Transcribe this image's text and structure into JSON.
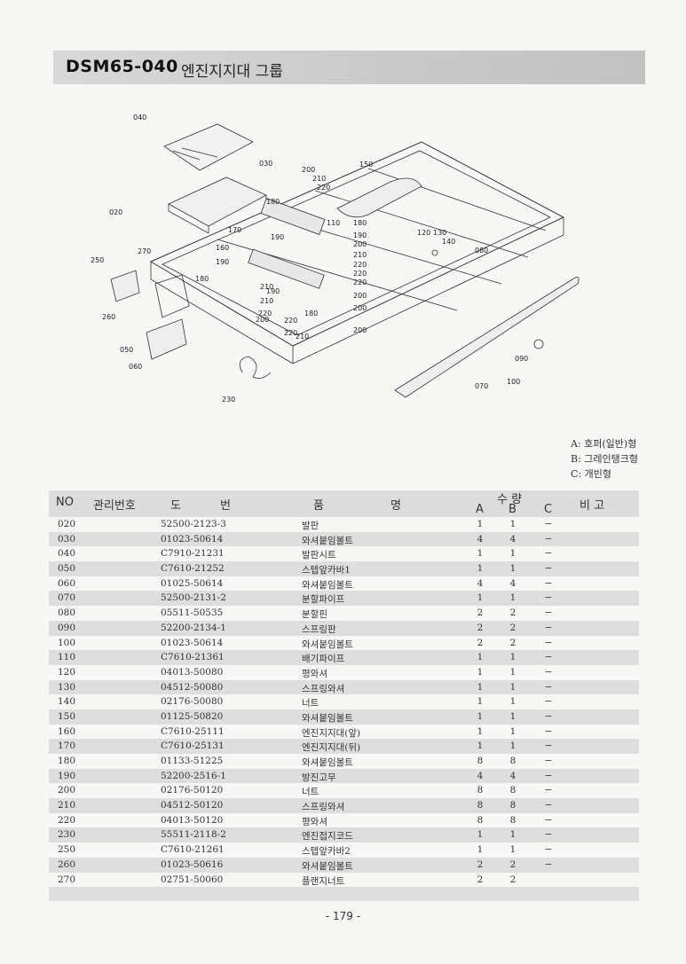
{
  "header": {
    "code": "DSM65-040",
    "title": "엔진지지대 그룹"
  },
  "diagram": {
    "callouts": [
      "040",
      "030",
      "020",
      "150",
      "200",
      "210",
      "220",
      "180",
      "170",
      "110",
      "180",
      "190",
      "190",
      "120",
      "130",
      "140",
      "080",
      "160",
      "200",
      "250",
      "270",
      "210",
      "190",
      "220",
      "180",
      "220",
      "210",
      "190",
      "220",
      "200",
      "210",
      "220",
      "200",
      "260",
      "200",
      "220",
      "180",
      "220",
      "210",
      "200",
      "050",
      "060",
      "070",
      "090",
      "100",
      "230"
    ]
  },
  "legend": [
    "A: 호퍼(일반)형",
    "B: 그레인탱크형",
    "C: 개빈형"
  ],
  "table": {
    "headers": {
      "no": "NO",
      "mgmt": "관리번호",
      "drawing_1": "도",
      "drawing_2": "번",
      "name_1": "품",
      "name_2": "명",
      "qty": "수  량",
      "a": "A",
      "b": "B",
      "c": "C",
      "remark": "비    고"
    },
    "rows": [
      {
        "no": "020",
        "drawing": "52500-2123-3",
        "name": "발판",
        "a": "1",
        "b": "1",
        "c": "−"
      },
      {
        "no": "030",
        "drawing": "01023-50614",
        "name": "와셔붙임볼트",
        "a": "4",
        "b": "4",
        "c": "−"
      },
      {
        "no": "040",
        "drawing": "C7910-21231",
        "name": "발판시트",
        "a": "1",
        "b": "1",
        "c": "−"
      },
      {
        "no": "050",
        "drawing": "C7610-21252",
        "name": "스텝앞카바1",
        "a": "1",
        "b": "1",
        "c": "−"
      },
      {
        "no": "060",
        "drawing": "01025-50614",
        "name": "와셔붙임볼트",
        "a": "4",
        "b": "4",
        "c": "−"
      },
      {
        "no": "070",
        "drawing": "52500-2131-2",
        "name": "분할파이프",
        "a": "1",
        "b": "1",
        "c": "−"
      },
      {
        "no": "080",
        "drawing": "05511-50535",
        "name": "분할핀",
        "a": "2",
        "b": "2",
        "c": "−"
      },
      {
        "no": "090",
        "drawing": "52200-2134-1",
        "name": "스프링판",
        "a": "2",
        "b": "2",
        "c": "−"
      },
      {
        "no": "100",
        "drawing": "01023-50614",
        "name": "와셔붙임볼트",
        "a": "2",
        "b": "2",
        "c": "−"
      },
      {
        "no": "110",
        "drawing": "C7610-21361",
        "name": "배기파이프",
        "a": "1",
        "b": "1",
        "c": "−"
      },
      {
        "no": "120",
        "drawing": "04013-50080",
        "name": "평와셔",
        "a": "1",
        "b": "1",
        "c": "−"
      },
      {
        "no": "130",
        "drawing": "04512-50080",
        "name": "스프링와셔",
        "a": "1",
        "b": "1",
        "c": "−"
      },
      {
        "no": "140",
        "drawing": "02176-50080",
        "name": "너트",
        "a": "1",
        "b": "1",
        "c": "−"
      },
      {
        "no": "150",
        "drawing": "01125-50820",
        "name": "와셔붙임볼트",
        "a": "1",
        "b": "1",
        "c": "−"
      },
      {
        "no": "160",
        "drawing": "C7610-25111",
        "name": "엔진지지대(앞)",
        "a": "1",
        "b": "1",
        "c": "−"
      },
      {
        "no": "170",
        "drawing": "C7610-25131",
        "name": "엔진지지대(뒤)",
        "a": "1",
        "b": "1",
        "c": "−"
      },
      {
        "no": "180",
        "drawing": "01133-51225",
        "name": "와셔붙임볼트",
        "a": "8",
        "b": "8",
        "c": "−"
      },
      {
        "no": "190",
        "drawing": "52200-2516-1",
        "name": "방진고무",
        "a": "4",
        "b": "4",
        "c": "−"
      },
      {
        "no": "200",
        "drawing": "02176-50120",
        "name": "너트",
        "a": "8",
        "b": "8",
        "c": "−"
      },
      {
        "no": "210",
        "drawing": "04512-50120",
        "name": "스프링와셔",
        "a": "8",
        "b": "8",
        "c": "−"
      },
      {
        "no": "220",
        "drawing": "04013-50120",
        "name": "평와셔",
        "a": "8",
        "b": "8",
        "c": "−"
      },
      {
        "no": "230",
        "drawing": "55511-2118-2",
        "name": "엔진접지코드",
        "a": "1",
        "b": "1",
        "c": "−"
      },
      {
        "no": "250",
        "drawing": "C7610-21261",
        "name": "스텝앞카바2",
        "a": "1",
        "b": "1",
        "c": "−"
      },
      {
        "no": "260",
        "drawing": "01023-50616",
        "name": "와셔붙임볼트",
        "a": "2",
        "b": "2",
        "c": "−"
      },
      {
        "no": "270",
        "drawing": "02751-50060",
        "name": "플랜지너트",
        "a": "2",
        "b": "2",
        "c": ""
      }
    ]
  },
  "page_number": "- 179 -"
}
